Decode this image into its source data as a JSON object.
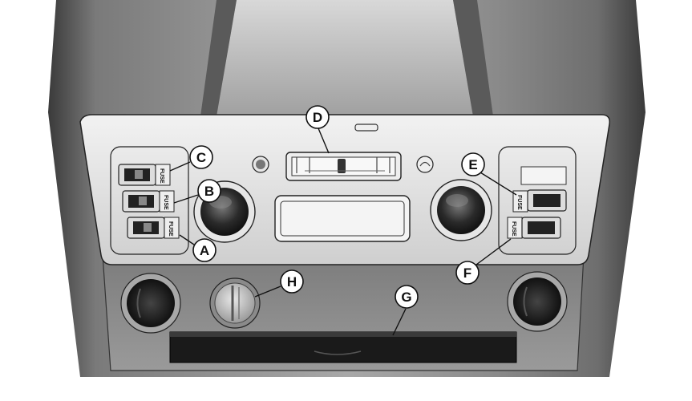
{
  "callouts": {
    "A": "A",
    "B": "B",
    "C": "C",
    "D": "D",
    "E": "E",
    "F": "F",
    "G": "G",
    "H": "H"
  },
  "fuse_labels": {
    "left_top": "FUSE",
    "left_mid": "FUSE",
    "left_bot": "FUSE",
    "right_top": "FUSE",
    "right_bot": "FUSE"
  }
}
